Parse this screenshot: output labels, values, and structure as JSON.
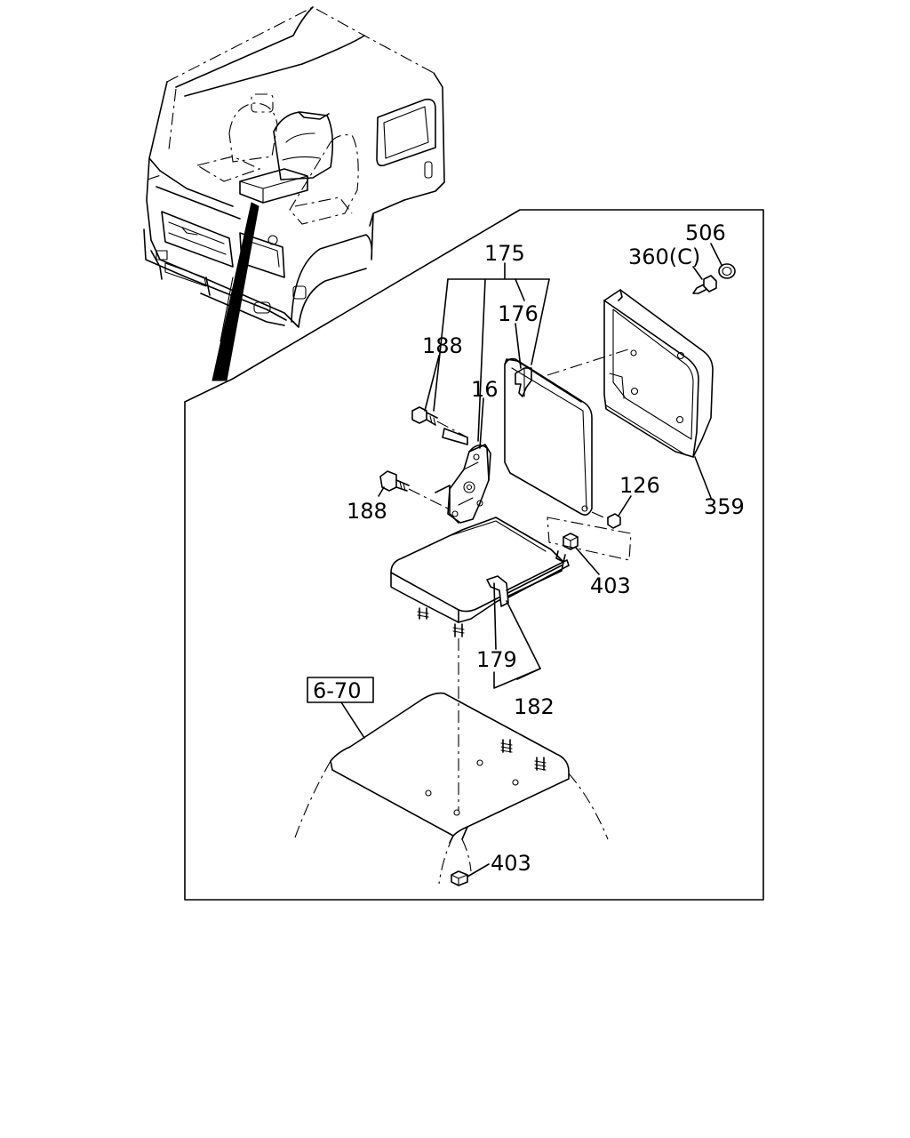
{
  "callouts": {
    "c175": "175",
    "c176": "176",
    "c188a": "188",
    "c16": "16",
    "c188b": "188",
    "c506": "506",
    "c360": "360(C)",
    "c126": "126",
    "c359": "359",
    "c403a": "403",
    "c179": "179",
    "c182": "182",
    "c403b": "403"
  },
  "reference_box": "6-70"
}
